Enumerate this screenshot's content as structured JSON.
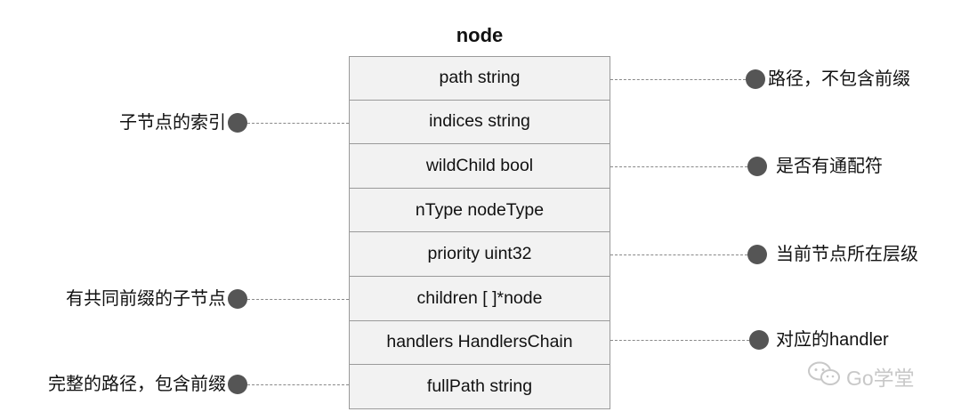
{
  "diagram": {
    "title": "node",
    "fields": [
      "path string",
      "indices string",
      "wildChild bool",
      "nType nodeType",
      "priority uint32",
      "children [ ]*node",
      "handlers HandlersChain",
      "fullPath string"
    ],
    "annotations": {
      "path": "路径，不包含前缀",
      "indices": "子节点的索引",
      "wildChild": "是否有通配符",
      "priority": "当前节点所在层级",
      "children": "有共同前缀的子节点",
      "handlers": "对应的handler",
      "fullPath": "完整的路径，包含前缀"
    }
  },
  "watermark": {
    "text": "Go学堂",
    "icon": "wechat-icon"
  },
  "colors": {
    "field_bg": "#f2f2f2",
    "border": "#9a9a9a",
    "dot": "#555555",
    "dash": "#888888"
  }
}
